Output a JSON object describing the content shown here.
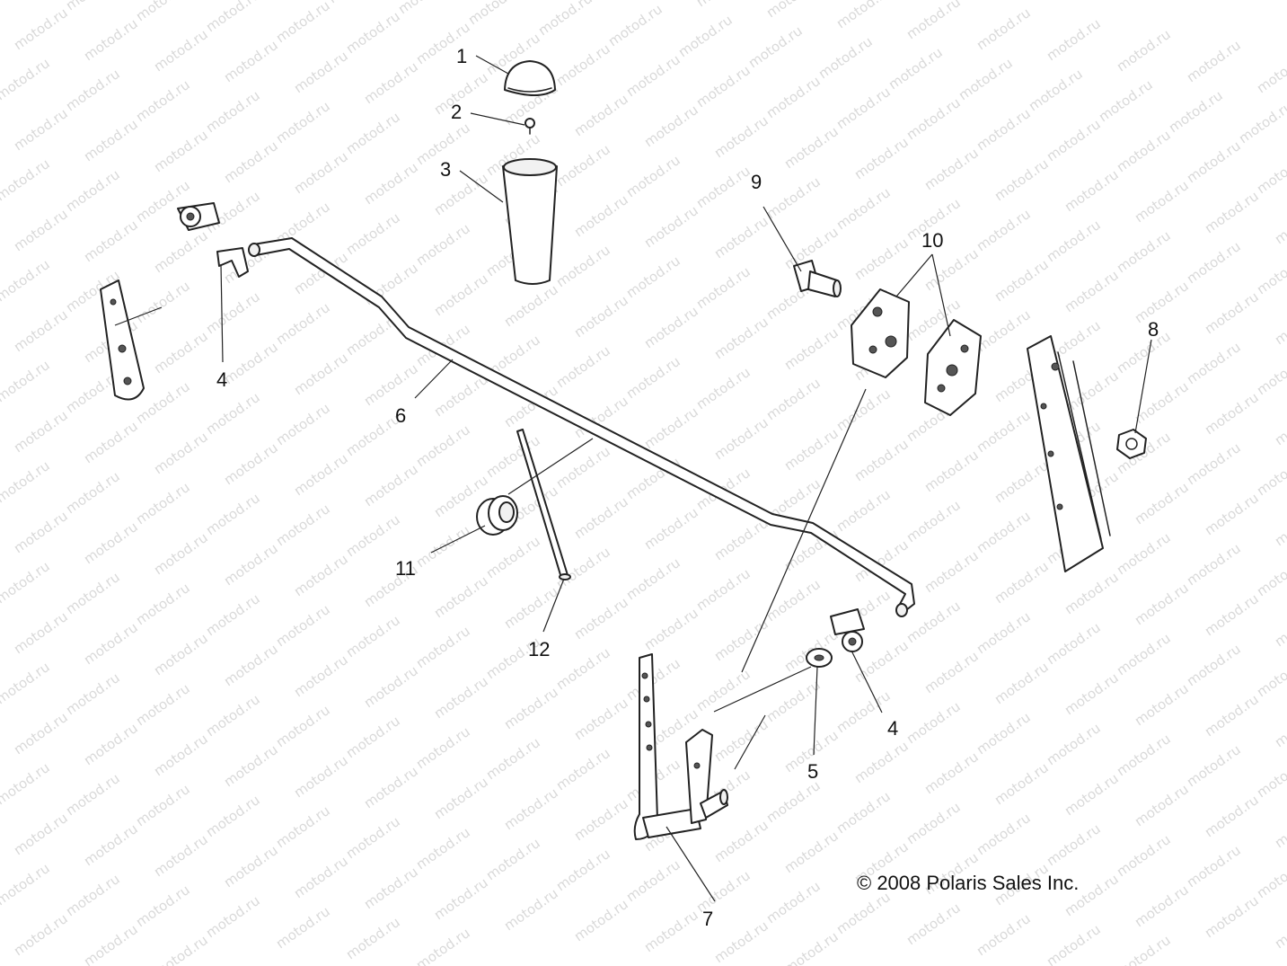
{
  "watermark": "motod.ru",
  "copyright": "© 2008 Polaris Sales Inc.",
  "callouts": {
    "c1": "1",
    "c2": "2",
    "c3": "3",
    "c4a": "4",
    "c4b": "4",
    "c5": "5",
    "c6": "6",
    "c7": "7",
    "c8": "8",
    "c9": "9",
    "c10": "10",
    "c11": "11",
    "c12": "12"
  },
  "colors": {
    "line": "#222222",
    "watermark": "#d9d9d9",
    "background": "#ffffff"
  }
}
